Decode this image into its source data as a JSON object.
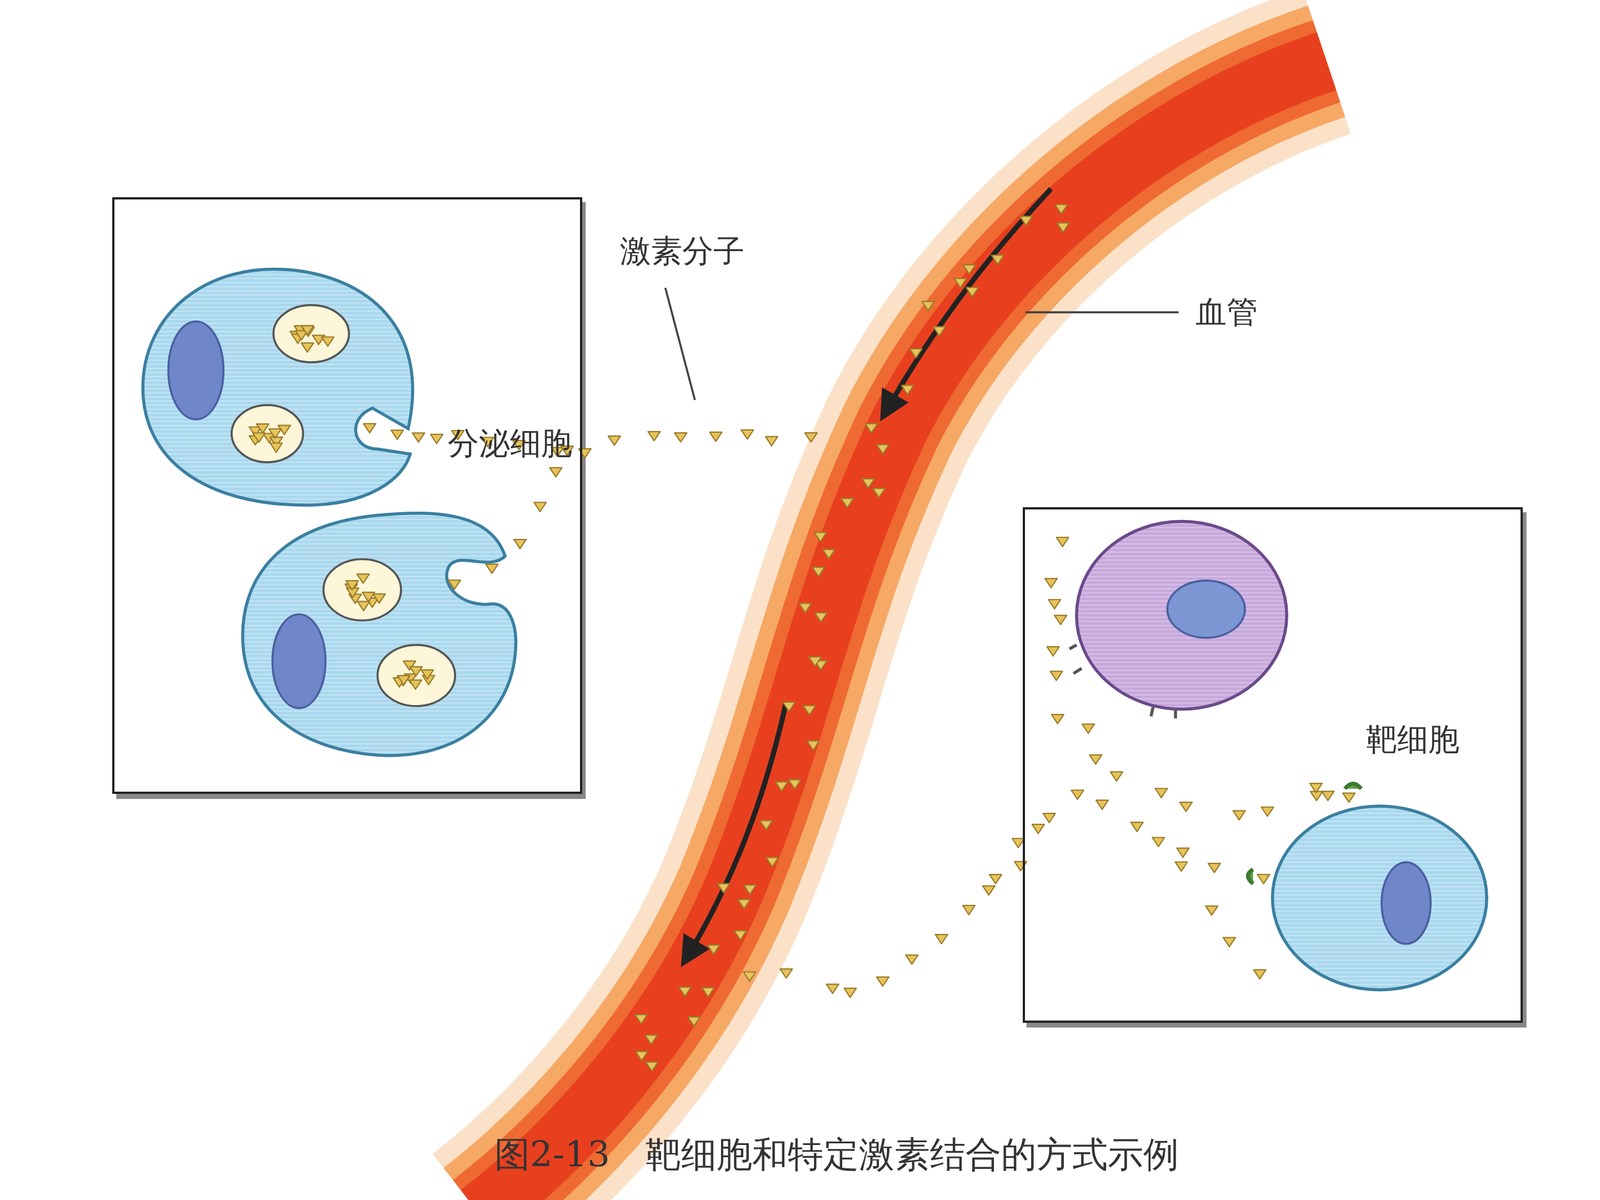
{
  "diagram": {
    "caption": "图2-13　靶细胞和特定激素结合的方式示例",
    "nodes": [
      {
        "text": [
          "分泌细胞"
        ]
      },
      {
        "text": [
          "靶细胞"
        ]
      }
    ],
    "labels": [
      "激素分子",
      "血管"
    ]
  }
}
